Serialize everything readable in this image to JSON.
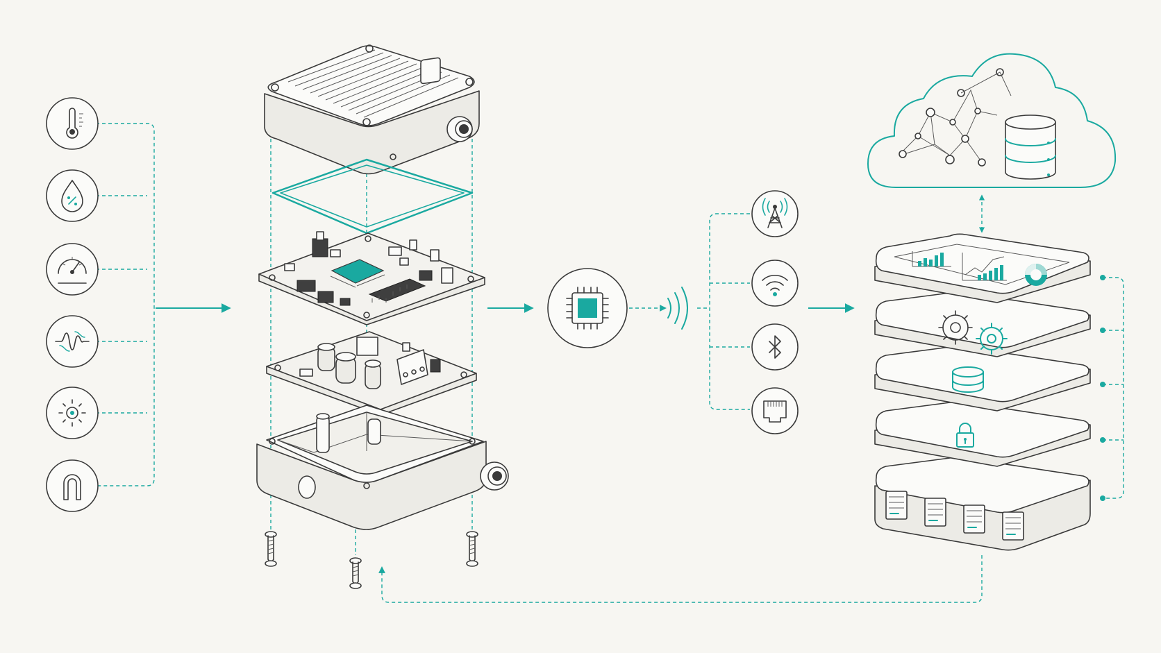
{
  "sensors": [
    {
      "name": "temperature",
      "icon": "thermometer-icon"
    },
    {
      "name": "humidity",
      "icon": "water-drop-percent-icon"
    },
    {
      "name": "pressure",
      "icon": "gauge-icon"
    },
    {
      "name": "vibration",
      "icon": "waveform-icon"
    },
    {
      "name": "light",
      "icon": "sun-icon"
    },
    {
      "name": "magnetic",
      "icon": "magnet-icon"
    }
  ],
  "device_layers": [
    "enclosure-lid",
    "gasket",
    "main-pcb",
    "power-pcb",
    "enclosure-base",
    "screws"
  ],
  "connectivity": [
    {
      "name": "cellular",
      "icon": "cell-tower-icon"
    },
    {
      "name": "wifi",
      "icon": "wifi-icon"
    },
    {
      "name": "bluetooth",
      "icon": "bluetooth-icon"
    },
    {
      "name": "ethernet",
      "icon": "ethernet-port-icon"
    }
  ],
  "platform_layers": [
    {
      "name": "dashboard",
      "icon": "chart-dashboard-icon"
    },
    {
      "name": "processing",
      "icon": "gears-icon"
    },
    {
      "name": "storage",
      "icon": "database-icon"
    },
    {
      "name": "security",
      "icon": "padlock-icon"
    },
    {
      "name": "servers",
      "icon": "server-rack-icon"
    }
  ],
  "cloud": {
    "icon": "cloud-network-database-icon"
  },
  "colors": {
    "accent": "#1aa9a0",
    "ink": "#3a3a3a",
    "background": "#f7f6f2"
  }
}
